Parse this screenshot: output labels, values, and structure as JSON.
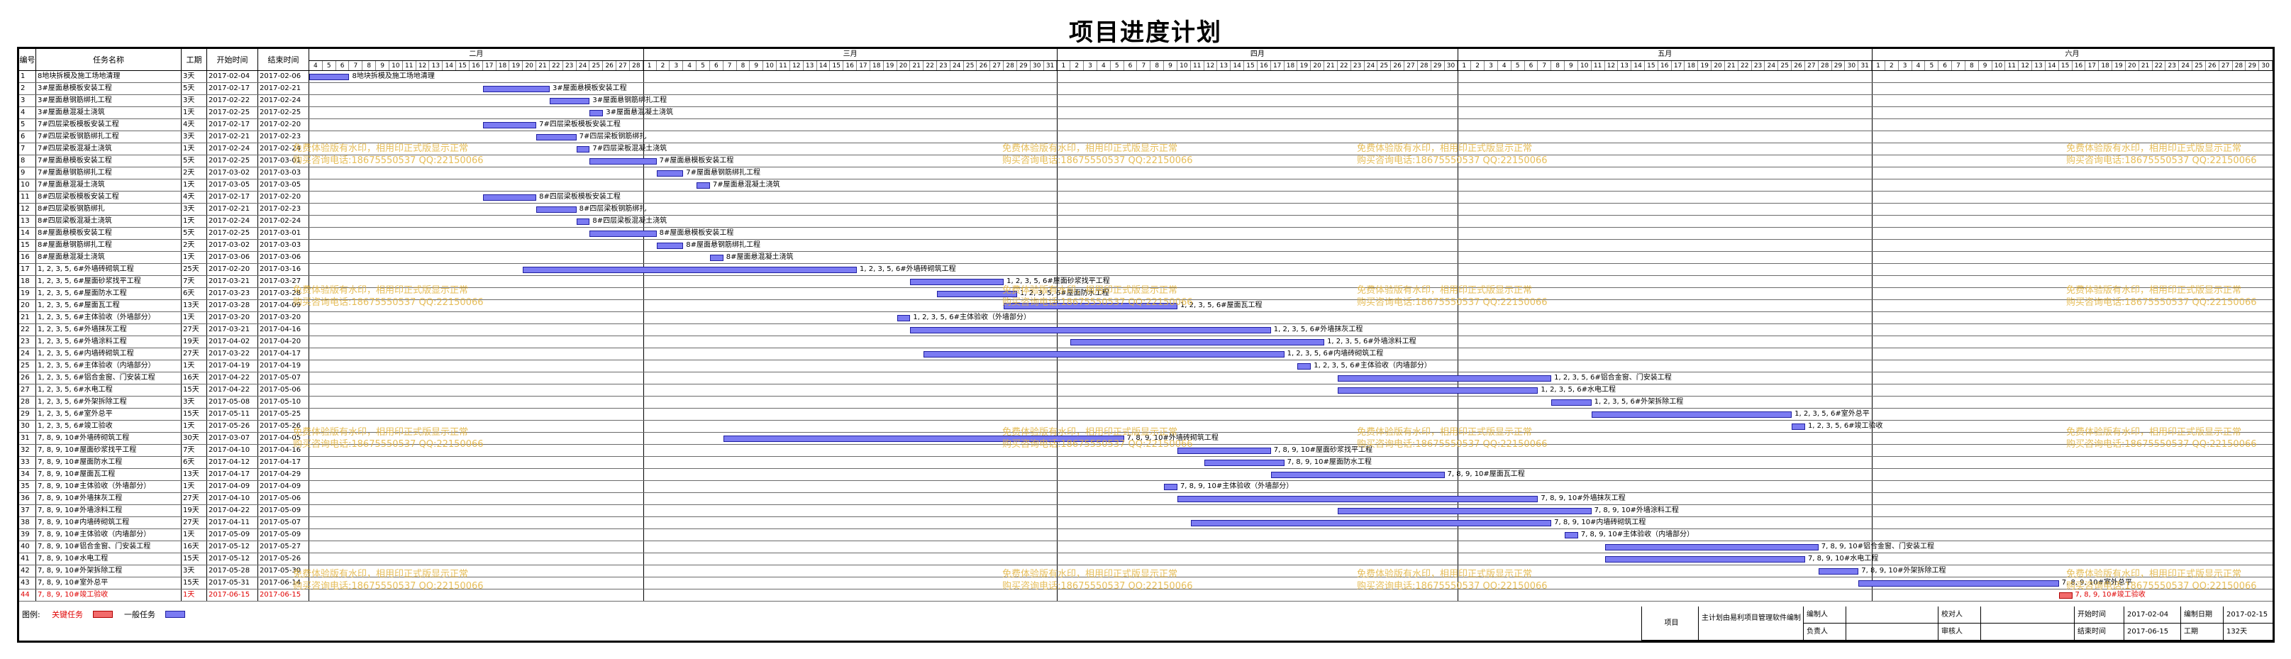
{
  "title": "项目进度计划",
  "headers": {
    "no": "编号",
    "name": "任务名称",
    "duration": "工期",
    "start": "开始时间",
    "end": "结束时间"
  },
  "months": [
    "二月",
    "三月",
    "四月",
    "五月",
    "六月"
  ],
  "month_days": [
    28,
    31,
    30,
    31,
    30
  ],
  "timeline_start_day": 4,
  "tasks": [
    {
      "no": "1",
      "name": "8地块拆模及施工场地清理",
      "dur": "3天",
      "start": "2017-02-04",
      "end": "2017-02-06",
      "s": 0,
      "d": 3,
      "label": "8地块拆模及施工场地清理",
      "crit": false
    },
    {
      "no": "2",
      "name": "3#屋面悬模板安装工程",
      "dur": "5天",
      "start": "2017-02-17",
      "end": "2017-02-21",
      "s": 13,
      "d": 5,
      "label": "3#屋面悬模板安装工程",
      "crit": false
    },
    {
      "no": "3",
      "name": "3#屋面悬钢筋绑扎工程",
      "dur": "3天",
      "start": "2017-02-22",
      "end": "2017-02-24",
      "s": 18,
      "d": 3,
      "label": "3#屋面悬钢筋绑扎工程",
      "crit": false
    },
    {
      "no": "4",
      "name": "3#屋面悬混凝土浇筑",
      "dur": "1天",
      "start": "2017-02-25",
      "end": "2017-02-25",
      "s": 21,
      "d": 1,
      "label": "3#屋面悬混凝土浇筑",
      "crit": false
    },
    {
      "no": "5",
      "name": "7#四层梁板模板安装工程",
      "dur": "4天",
      "start": "2017-02-17",
      "end": "2017-02-20",
      "s": 13,
      "d": 4,
      "label": "7#四层梁板模板安装工程",
      "crit": false
    },
    {
      "no": "6",
      "name": "7#四层梁板钢筋绑扎工程",
      "dur": "3天",
      "start": "2017-02-21",
      "end": "2017-02-23",
      "s": 17,
      "d": 3,
      "label": "7#四层梁板钢筋绑扎",
      "crit": false
    },
    {
      "no": "7",
      "name": "7#四层梁板混凝土浇筑",
      "dur": "1天",
      "start": "2017-02-24",
      "end": "2017-02-24",
      "s": 20,
      "d": 1,
      "label": "7#四层梁板混凝土浇筑",
      "crit": false
    },
    {
      "no": "8",
      "name": "7#屋面悬模板安装工程",
      "dur": "5天",
      "start": "2017-02-25",
      "end": "2017-03-01",
      "s": 21,
      "d": 5,
      "label": "7#屋面悬模板安装工程",
      "crit": false
    },
    {
      "no": "9",
      "name": "7#屋面悬钢筋绑扎工程",
      "dur": "2天",
      "start": "2017-03-02",
      "end": "2017-03-03",
      "s": 26,
      "d": 2,
      "label": "7#屋面悬钢筋绑扎工程",
      "crit": false
    },
    {
      "no": "10",
      "name": "7#屋面悬混凝土浇筑",
      "dur": "1天",
      "start": "2017-03-05",
      "end": "2017-03-05",
      "s": 29,
      "d": 1,
      "label": "7#屋面悬混凝土浇筑",
      "crit": false
    },
    {
      "no": "11",
      "name": "8#四层梁板模板安装工程",
      "dur": "4天",
      "start": "2017-02-17",
      "end": "2017-02-20",
      "s": 13,
      "d": 4,
      "label": "8#四层梁板模板安装工程",
      "crit": false
    },
    {
      "no": "12",
      "name": "8#四层梁板钢筋绑扎",
      "dur": "3天",
      "start": "2017-02-21",
      "end": "2017-02-23",
      "s": 17,
      "d": 3,
      "label": "8#四层梁板钢筋绑扎",
      "crit": false
    },
    {
      "no": "13",
      "name": "8#四层梁板混凝土浇筑",
      "dur": "1天",
      "start": "2017-02-24",
      "end": "2017-02-24",
      "s": 20,
      "d": 1,
      "label": "8#四层梁板混凝土浇筑",
      "crit": false
    },
    {
      "no": "14",
      "name": "8#屋面悬模板安装工程",
      "dur": "5天",
      "start": "2017-02-25",
      "end": "2017-03-01",
      "s": 21,
      "d": 5,
      "label": "8#屋面悬模板安装工程",
      "crit": false
    },
    {
      "no": "15",
      "name": "8#屋面悬钢筋绑扎工程",
      "dur": "2天",
      "start": "2017-03-02",
      "end": "2017-03-03",
      "s": 26,
      "d": 2,
      "label": "8#屋面悬钢筋绑扎工程",
      "crit": false
    },
    {
      "no": "16",
      "name": "8#屋面悬混凝土浇筑",
      "dur": "1天",
      "start": "2017-03-06",
      "end": "2017-03-06",
      "s": 30,
      "d": 1,
      "label": "8#屋面悬混凝土浇筑",
      "crit": false
    },
    {
      "no": "17",
      "name": "1, 2, 3, 5, 6#外墙砖砌筑工程",
      "dur": "25天",
      "start": "2017-02-20",
      "end": "2017-03-16",
      "s": 16,
      "d": 25,
      "label": "1, 2, 3, 5, 6#外墙砖砌筑工程",
      "crit": false
    },
    {
      "no": "18",
      "name": "1, 2, 3, 5, 6#屋面砂浆找平工程",
      "dur": "7天",
      "start": "2017-03-21",
      "end": "2017-03-27",
      "s": 45,
      "d": 7,
      "label": "1, 2, 3, 5, 6#屋面砂浆找平工程",
      "crit": false
    },
    {
      "no": "19",
      "name": "1, 2, 3, 5, 6#屋面防水工程",
      "dur": "6天",
      "start": "2017-03-23",
      "end": "2017-03-28",
      "s": 47,
      "d": 6,
      "label": "1, 2, 3, 5, 6#屋面防水工程",
      "crit": false
    },
    {
      "no": "20",
      "name": "1, 2, 3, 5, 6#屋面瓦工程",
      "dur": "13天",
      "start": "2017-03-28",
      "end": "2017-04-09",
      "s": 52,
      "d": 13,
      "label": "1, 2, 3, 5, 6#屋面瓦工程",
      "crit": false
    },
    {
      "no": "21",
      "name": "1, 2, 3, 5, 6#主体验收（外墙部分）",
      "dur": "1天",
      "start": "2017-03-20",
      "end": "2017-03-20",
      "s": 44,
      "d": 1,
      "label": "1, 2, 3, 5, 6#主体验收（外墙部分）",
      "crit": false
    },
    {
      "no": "22",
      "name": "1, 2, 3, 5, 6#外墙抹灰工程",
      "dur": "27天",
      "start": "2017-03-21",
      "end": "2017-04-16",
      "s": 45,
      "d": 27,
      "label": "1, 2, 3, 5, 6#外墙抹灰工程",
      "crit": false
    },
    {
      "no": "23",
      "name": "1, 2, 3, 5, 6#外墙涂料工程",
      "dur": "19天",
      "start": "2017-04-02",
      "end": "2017-04-20",
      "s": 57,
      "d": 19,
      "label": "1, 2, 3, 5, 6#外墙涂料工程",
      "crit": false
    },
    {
      "no": "24",
      "name": "1, 2, 3, 5, 6#内墙砖砌筑工程",
      "dur": "27天",
      "start": "2017-03-22",
      "end": "2017-04-17",
      "s": 46,
      "d": 27,
      "label": "1, 2, 3, 5, 6#内墙砖砌筑工程",
      "crit": false
    },
    {
      "no": "25",
      "name": "1, 2, 3, 5, 6#主体验收（内墙部分）",
      "dur": "1天",
      "start": "2017-04-19",
      "end": "2017-04-19",
      "s": 74,
      "d": 1,
      "label": "1, 2, 3, 5, 6#主体验收（内墙部分）",
      "crit": false
    },
    {
      "no": "26",
      "name": "1, 2, 3, 5, 6#铝合金窗、门安装工程",
      "dur": "16天",
      "start": "2017-04-22",
      "end": "2017-05-07",
      "s": 77,
      "d": 16,
      "label": "1, 2, 3, 5, 6#铝合金窗、门安装工程",
      "crit": false
    },
    {
      "no": "27",
      "name": "1, 2, 3, 5, 6#水电工程",
      "dur": "15天",
      "start": "2017-04-22",
      "end": "2017-05-06",
      "s": 77,
      "d": 15,
      "label": "1, 2, 3, 5, 6#水电工程",
      "crit": false
    },
    {
      "no": "28",
      "name": "1, 2, 3, 5, 6#外架拆除工程",
      "dur": "3天",
      "start": "2017-05-08",
      "end": "2017-05-10",
      "s": 93,
      "d": 3,
      "label": "1, 2, 3, 5, 6#外架拆除工程",
      "crit": false
    },
    {
      "no": "29",
      "name": "1, 2, 3, 5, 6#室外总平",
      "dur": "15天",
      "start": "2017-05-11",
      "end": "2017-05-25",
      "s": 96,
      "d": 15,
      "label": "1, 2, 3, 5, 6#室外总平",
      "crit": false
    },
    {
      "no": "30",
      "name": "1, 2, 3, 5, 6#竣工验收",
      "dur": "1天",
      "start": "2017-05-26",
      "end": "2017-05-26",
      "s": 111,
      "d": 1,
      "label": "1, 2, 3, 5, 6#竣工验收",
      "crit": false
    },
    {
      "no": "31",
      "name": "7, 8, 9, 10#外墙砖砌筑工程",
      "dur": "30天",
      "start": "2017-03-07",
      "end": "2017-04-05",
      "s": 31,
      "d": 30,
      "label": "7, 8, 9, 10#外墙砖砌筑工程",
      "crit": false
    },
    {
      "no": "32",
      "name": "7, 8, 9, 10#屋面砂浆找平工程",
      "dur": "7天",
      "start": "2017-04-10",
      "end": "2017-04-16",
      "s": 65,
      "d": 7,
      "label": "7, 8, 9, 10#屋面砂浆找平工程",
      "crit": false
    },
    {
      "no": "33",
      "name": "7, 8, 9, 10#屋面防水工程",
      "dur": "6天",
      "start": "2017-04-12",
      "end": "2017-04-17",
      "s": 67,
      "d": 6,
      "label": "7, 8, 9, 10#屋面防水工程",
      "crit": false
    },
    {
      "no": "34",
      "name": "7, 8, 9, 10#屋面瓦工程",
      "dur": "13天",
      "start": "2017-04-17",
      "end": "2017-04-29",
      "s": 72,
      "d": 13,
      "label": "7, 8, 9, 10#屋面瓦工程",
      "crit": false
    },
    {
      "no": "35",
      "name": "7, 8, 9, 10#主体验收（外墙部分）",
      "dur": "1天",
      "start": "2017-04-09",
      "end": "2017-04-09",
      "s": 64,
      "d": 1,
      "label": "7, 8, 9, 10#主体验收（外墙部分）",
      "crit": false
    },
    {
      "no": "36",
      "name": "7, 8, 9, 10#外墙抹灰工程",
      "dur": "27天",
      "start": "2017-04-10",
      "end": "2017-05-06",
      "s": 65,
      "d": 27,
      "label": "7, 8, 9, 10#外墙抹灰工程",
      "crit": false
    },
    {
      "no": "37",
      "name": "7, 8, 9, 10#外墙涂料工程",
      "dur": "19天",
      "start": "2017-04-22",
      "end": "2017-05-09",
      "s": 77,
      "d": 19,
      "label": "7, 8, 9, 10#外墙涂料工程",
      "crit": false
    },
    {
      "no": "38",
      "name": "7, 8, 9, 10#内墙砖砌筑工程",
      "dur": "27天",
      "start": "2017-04-11",
      "end": "2017-05-07",
      "s": 66,
      "d": 27,
      "label": "7, 8, 9, 10#内墙砖砌筑工程",
      "crit": false
    },
    {
      "no": "39",
      "name": "7, 8, 9, 10#主体验收（内墙部分）",
      "dur": "1天",
      "start": "2017-05-09",
      "end": "2017-05-09",
      "s": 94,
      "d": 1,
      "label": "7, 8, 9, 10#主体验收（内墙部分）",
      "crit": false
    },
    {
      "no": "40",
      "name": "7, 8, 9, 10#铝合金窗、门安装工程",
      "dur": "16天",
      "start": "2017-05-12",
      "end": "2017-05-27",
      "s": 97,
      "d": 16,
      "label": "7, 8, 9, 10#铝合金窗、门安装工程",
      "crit": false
    },
    {
      "no": "41",
      "name": "7, 8, 9, 10#水电工程",
      "dur": "15天",
      "start": "2017-05-12",
      "end": "2017-05-26",
      "s": 97,
      "d": 15,
      "label": "7, 8, 9, 10#水电工程",
      "crit": false
    },
    {
      "no": "42",
      "name": "7, 8, 9, 10#外架拆除工程",
      "dur": "3天",
      "start": "2017-05-28",
      "end": "2017-05-30",
      "s": 113,
      "d": 3,
      "label": "7, 8, 9, 10#外架拆除工程",
      "crit": false
    },
    {
      "no": "43",
      "name": "7, 8, 9, 10#室外总平",
      "dur": "15天",
      "start": "2017-05-31",
      "end": "2017-06-14",
      "s": 116,
      "d": 15,
      "label": "7, 8, 9, 10#室外总平",
      "crit": false
    },
    {
      "no": "44",
      "name": "7, 8, 9, 10#竣工验收",
      "dur": "1天",
      "start": "2017-06-15",
      "end": "2017-06-15",
      "s": 131,
      "d": 1,
      "label": "7, 8, 9, 10#竣工验收",
      "crit": true
    }
  ],
  "watermark": {
    "line1": "免费体验版有水印，相用印正式版显示正常",
    "line2": "购买咨询电话:18675550537 QQ:22150066"
  },
  "legend": {
    "label": "图例:",
    "critical": "关键任务",
    "normal": "一般任务"
  },
  "footer": {
    "project_label": "项目",
    "software": "主计划由易利项目管理软件编制",
    "compiled_by": "编制人",
    "checked_by": "校对人",
    "start_label": "开始时间",
    "start_value": "2017-02-04",
    "compile_date_label": "编制日期",
    "compile_date_value": "2017-02-15",
    "responsible": "负责人",
    "reviewer": "审核人",
    "end_label": "结束时间",
    "end_value": "2017-06-15",
    "duration_label": "工期",
    "duration_value": "132天"
  },
  "colors": {
    "bar": "#7b7bf2",
    "critical": "#f26b6b",
    "watermark": "#e2b23c"
  }
}
